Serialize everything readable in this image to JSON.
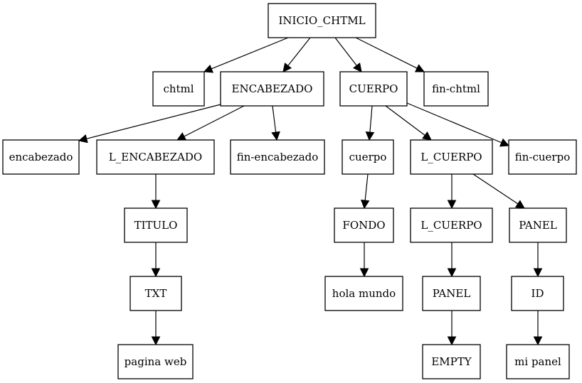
{
  "nodes": [
    {
      "id": "inicio_chtml",
      "label": "INICIO_CHTML"
    },
    {
      "id": "chtml",
      "label": "chtml"
    },
    {
      "id": "encabezado_nt",
      "label": "ENCABEZADO"
    },
    {
      "id": "cuerpo_nt",
      "label": "CUERPO"
    },
    {
      "id": "fin_chtml",
      "label": "fin-chtml"
    },
    {
      "id": "encabezado",
      "label": "encabezado"
    },
    {
      "id": "l_encabezado",
      "label": "L_ENCABEZADO"
    },
    {
      "id": "fin_encabezado",
      "label": "fin-encabezado"
    },
    {
      "id": "cuerpo",
      "label": "cuerpo"
    },
    {
      "id": "l_cuerpo",
      "label": "L_CUERPO"
    },
    {
      "id": "fin_cuerpo",
      "label": "fin-cuerpo"
    },
    {
      "id": "titulo",
      "label": "TITULO"
    },
    {
      "id": "fondo",
      "label": "FONDO"
    },
    {
      "id": "l_cuerpo_2",
      "label": "L_CUERPO"
    },
    {
      "id": "panel",
      "label": "PANEL"
    },
    {
      "id": "txt",
      "label": "TXT"
    },
    {
      "id": "hola_mundo",
      "label": "hola mundo"
    },
    {
      "id": "panel_2",
      "label": "PANEL"
    },
    {
      "id": "id",
      "label": "ID"
    },
    {
      "id": "pagina_web",
      "label": "pagina web"
    },
    {
      "id": "empty",
      "label": "EMPTY"
    },
    {
      "id": "mi_panel",
      "label": "mi panel"
    }
  ],
  "edges": [
    {
      "from": "inicio_chtml",
      "to": "chtml"
    },
    {
      "from": "inicio_chtml",
      "to": "encabezado_nt"
    },
    {
      "from": "inicio_chtml",
      "to": "cuerpo_nt"
    },
    {
      "from": "inicio_chtml",
      "to": "fin_chtml"
    },
    {
      "from": "encabezado_nt",
      "to": "encabezado"
    },
    {
      "from": "encabezado_nt",
      "to": "l_encabezado"
    },
    {
      "from": "encabezado_nt",
      "to": "fin_encabezado"
    },
    {
      "from": "cuerpo_nt",
      "to": "cuerpo"
    },
    {
      "from": "cuerpo_nt",
      "to": "l_cuerpo"
    },
    {
      "from": "cuerpo_nt",
      "to": "fin_cuerpo"
    },
    {
      "from": "l_encabezado",
      "to": "titulo"
    },
    {
      "from": "titulo",
      "to": "txt"
    },
    {
      "from": "txt",
      "to": "pagina_web"
    },
    {
      "from": "cuerpo",
      "to": "fondo"
    },
    {
      "from": "fondo",
      "to": "hola_mundo"
    },
    {
      "from": "l_cuerpo",
      "to": "l_cuerpo_2"
    },
    {
      "from": "l_cuerpo",
      "to": "panel"
    },
    {
      "from": "l_cuerpo_2",
      "to": "panel_2"
    },
    {
      "from": "panel_2",
      "to": "empty"
    },
    {
      "from": "panel",
      "to": "id"
    },
    {
      "from": "id",
      "to": "mi_panel"
    }
  ]
}
